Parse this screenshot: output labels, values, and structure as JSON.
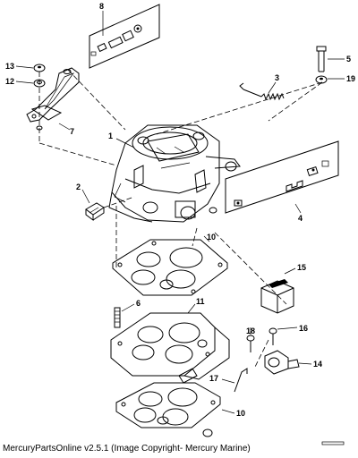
{
  "callouts": {
    "c1": "1",
    "c2": "2",
    "c3": "3",
    "c4": "4",
    "c5": "5",
    "c6": "6",
    "c7": "7",
    "c8": "8",
    "c10a": "10",
    "c10b": "10",
    "c11": "11",
    "c12": "12",
    "c13": "13",
    "c14": "14",
    "c15": "15",
    "c16": "16",
    "c17": "17",
    "c18": "18",
    "c19": "19"
  },
  "footer": {
    "text": "MercuryPartsOnline v2.5.1 (Image Copyright- Mercury Marine)"
  }
}
